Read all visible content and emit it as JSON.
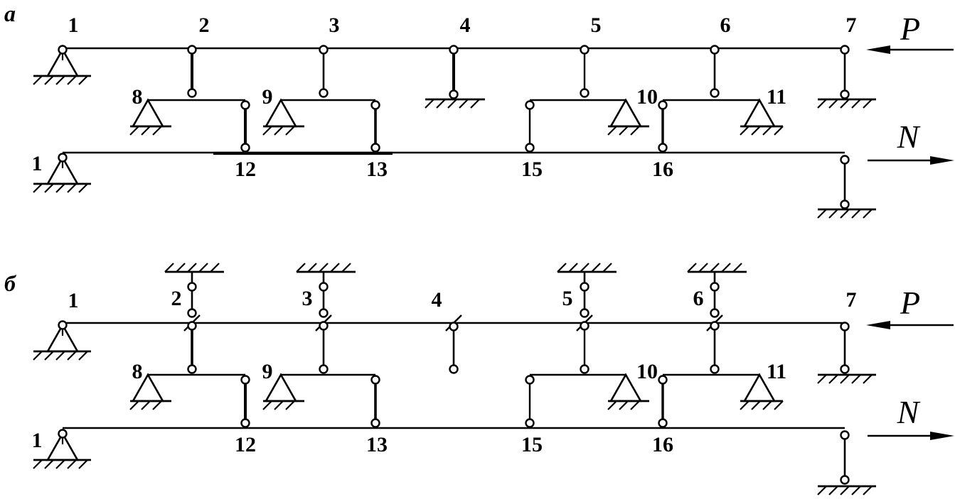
{
  "panels": {
    "a": {
      "label": "а",
      "top_nodes": [
        "1",
        "2",
        "3",
        "4",
        "5",
        "6",
        "7"
      ],
      "middle_nodes": [
        "8",
        "9",
        "10",
        "11"
      ],
      "bottom_nodes": [
        "1",
        "12",
        "13",
        "15",
        "16"
      ],
      "loads": {
        "top": "P",
        "bottom": "N"
      }
    },
    "b": {
      "label": "б",
      "top_nodes": [
        "1",
        "2",
        "3",
        "4",
        "5",
        "6",
        "7"
      ],
      "middle_nodes": [
        "8",
        "9",
        "10",
        "11"
      ],
      "bottom_nodes": [
        "1",
        "12",
        "13",
        "15",
        "16"
      ],
      "loads": {
        "top": "P",
        "bottom": "N"
      }
    }
  }
}
